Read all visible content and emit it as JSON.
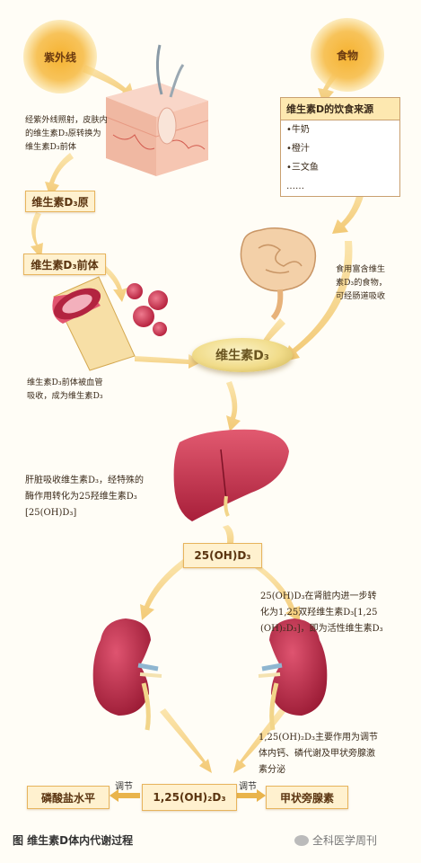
{
  "sources": {
    "uv": "紫外线",
    "food": "食物"
  },
  "notes": {
    "skin": [
      "经紫外线照射，皮肤内",
      "的维生素D₃原转换为",
      "维生素D₃前体"
    ],
    "gut": [
      "食用富含维生",
      "素D₃的食物，",
      "可经肠道吸收"
    ],
    "blood": [
      "维生素D₃前体被血管",
      "吸收，成为维生素D₃"
    ],
    "liver": [
      "肝脏吸收维生素D₃，经特殊的",
      "酶作用转化为25羟维生素D₃",
      "[25(OH)D₃]"
    ],
    "kidney": [
      "25(OH)D₃在肾脏内进一步转",
      "化为1,25双羟维生素D₃[1,25",
      "(OH)₂D₃]，即为活性维生素D₃"
    ],
    "effect": [
      "1,25(OH)₂D₃主要作用为调节",
      "体内钙、磷代谢及甲状旁腺激",
      "素分泌"
    ]
  },
  "boxes": {
    "d3_pro": "维生素D₃原",
    "d3_pre": "维生素D₃前体",
    "d3": "维生素D₃",
    "oh25": "25(OH)D₃",
    "oh125": "1,25(OH)₂D₃",
    "phosphate": "磷酸盐水平",
    "pth": "甲状旁腺素"
  },
  "food_sources": {
    "title": "维生素D的饮食来源",
    "items": [
      "•牛奶",
      "•橙汁",
      "•三文鱼",
      "……"
    ]
  },
  "regulate_left": "调节",
  "regulate_right": "调节",
  "caption": "图  维生素D体内代谢过程",
  "watermark": "全科医学周刊",
  "colors": {
    "arrow": "#f3cf7a",
    "organ": "#c9324c",
    "skin": "#f6c9b6"
  }
}
